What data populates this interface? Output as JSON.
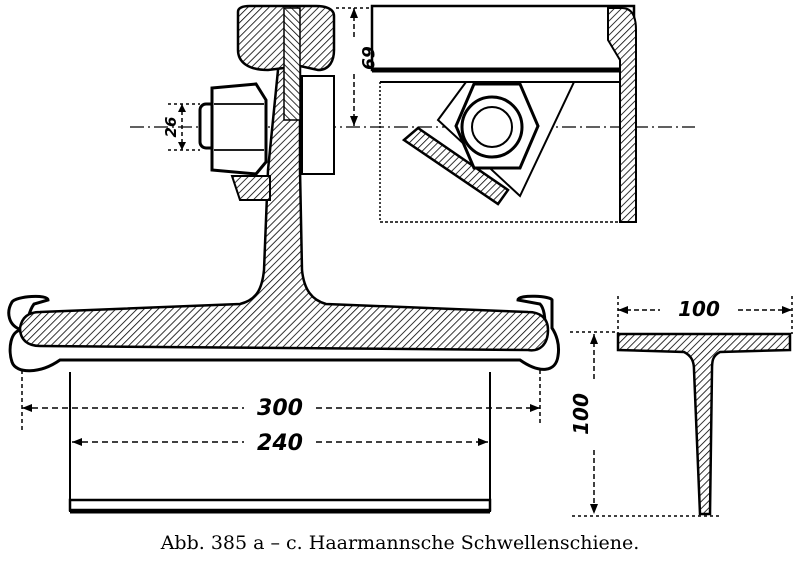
{
  "figure": {
    "caption": "Abb. 385 a – c. Haarmannsche Schwellenschiene."
  },
  "dimensions": {
    "sleeper_width": "300",
    "sleeper_inner_width": "240",
    "rail_head_height": "69",
    "bolt_size": "26",
    "section_width": "100",
    "section_height": "100"
  }
}
